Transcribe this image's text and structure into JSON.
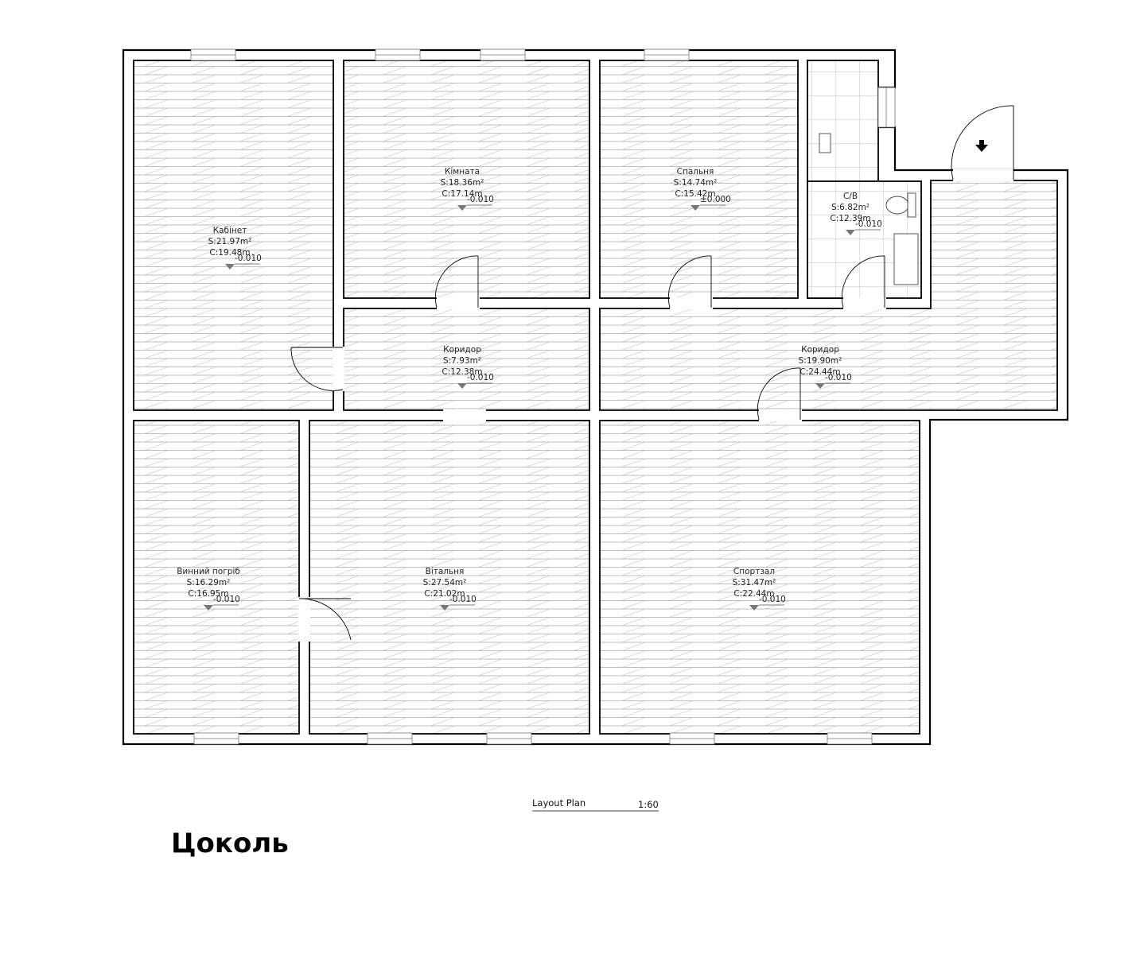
{
  "plan": {
    "caption": "Layout Plan",
    "scale": "1:60",
    "sheet_title": "Цоколь"
  },
  "rooms": [
    {
      "id": "kabinet",
      "name": "Кабінет",
      "area": "S:21.97m²",
      "perimeter": "C:19.48m",
      "level": "-0.010"
    },
    {
      "id": "kimnata",
      "name": "Кімната",
      "area": "S:18.36m²",
      "perimeter": "C:17.14m",
      "level": "-0.010"
    },
    {
      "id": "spalnia",
      "name": "Спальня",
      "area": "S:14.74m²",
      "perimeter": "C:15.42m",
      "level": "±0.000"
    },
    {
      "id": "sv",
      "name": "С/В",
      "area": "S:6.82m²",
      "perimeter": "C:12.39m",
      "level": "-0.010"
    },
    {
      "id": "korydor1",
      "name": "Коридор",
      "area": "S:7.93m²",
      "perimeter": "C:12.38m",
      "level": "-0.010"
    },
    {
      "id": "korydor2",
      "name": "Коридор",
      "area": "S:19.90m²",
      "perimeter": "C:24.44m",
      "level": "-0.010"
    },
    {
      "id": "vynnyi",
      "name": "Винний погріб",
      "area": "S:16.29m²",
      "perimeter": "C:16.95m",
      "level": "-0.010"
    },
    {
      "id": "vitalnia",
      "name": "Вітальня",
      "area": "S:27.54m²",
      "perimeter": "C:21.02m",
      "level": "-0.010"
    },
    {
      "id": "sportzal",
      "name": "Спортзал",
      "area": "S:31.47m²",
      "perimeter": "C:22.44m",
      "level": "-0.010"
    }
  ],
  "colors": {
    "wall": "#000000",
    "hatch": "#9e9e9e",
    "level_marker": "#777777"
  }
}
